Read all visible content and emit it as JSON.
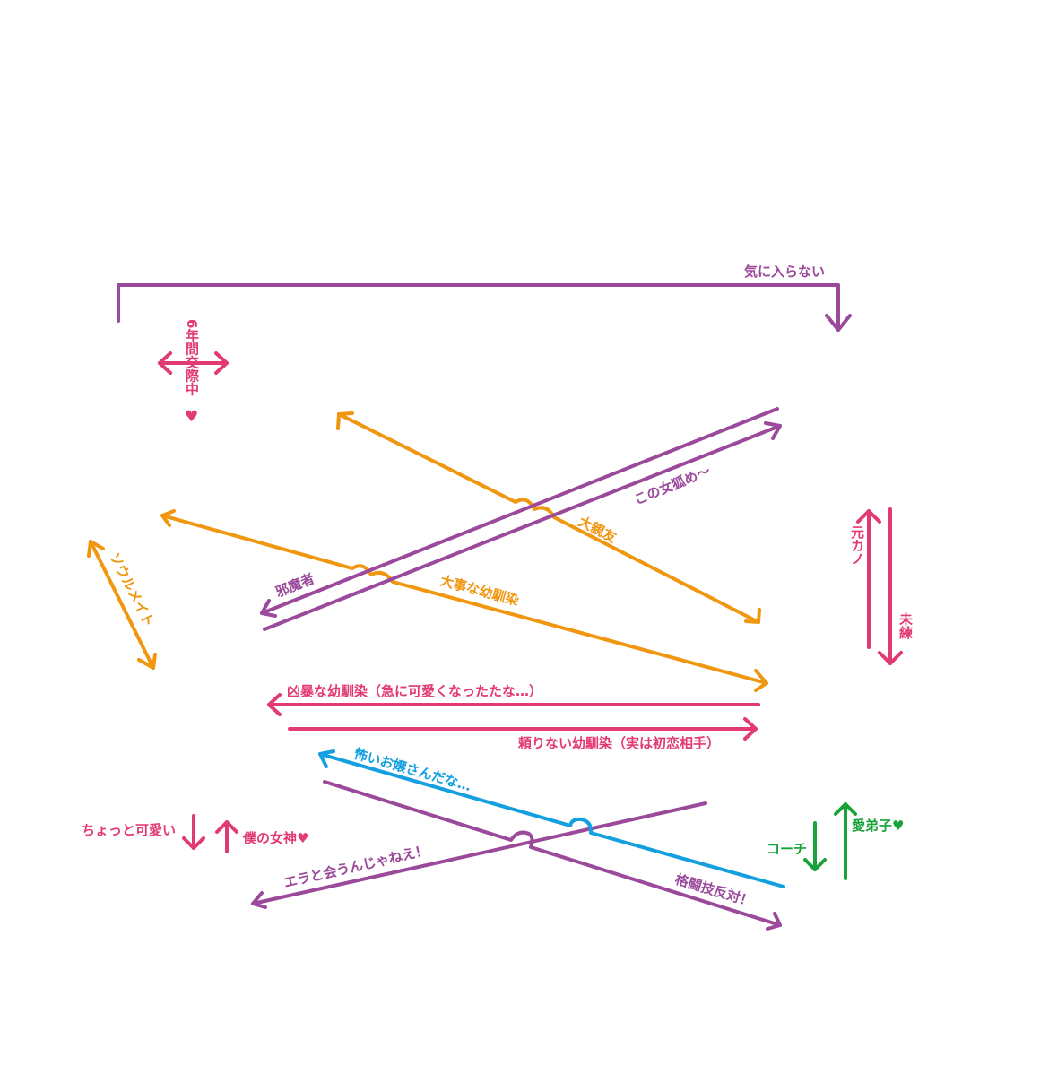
{
  "colors": {
    "purple": "#9b4a9b",
    "pink": "#e23a73",
    "orange": "#f0960f",
    "blue": "#14a0e0",
    "green": "#1aa23a"
  },
  "labels": {
    "dislike": "気に入らない",
    "six_years": "6年間交際中",
    "heart": "♥",
    "this_fox": "この女狐め〜",
    "best_friend": "大親友",
    "ex_girlfriend": "元カノ",
    "lingering": "未練",
    "soulmate": "ソウルメイト",
    "nuisance": "邪魔者",
    "important_childhood": "大事な幼馴染",
    "violent_childhood": "凶暴な幼馴染（急に可愛くなったたな…）",
    "unreliable_childhood": "頼りない幼馴染（実は初恋相手）",
    "scary_lady": "怖いお嬢さんだな…",
    "kinda_cute": "ちょっと可愛い",
    "my_goddess": "僕の女神♥",
    "coach": "コーチ",
    "beloved_pupil": "愛弟子♥",
    "dont_hang_out": "エラと会うんじゃねえ！",
    "against_martial": "格闘技反対！"
  }
}
